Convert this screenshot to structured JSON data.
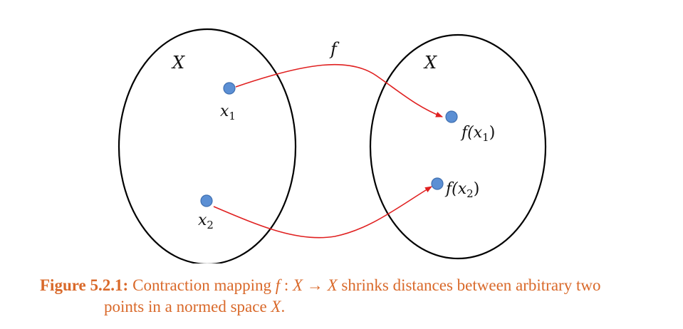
{
  "diagram": {
    "left_set_label": "X",
    "right_set_label": "X",
    "map_label": "f",
    "points": {
      "x1": {
        "base": "x",
        "sub": "1"
      },
      "x2": {
        "base": "x",
        "sub": "2"
      },
      "fx1": {
        "pre": "f(x",
        "sub": "1",
        "post": ")"
      },
      "fx2": {
        "pre": "f(x",
        "sub": "2",
        "post": ")"
      }
    },
    "colors": {
      "point_fill": "#5b8fd4",
      "point_stroke": "#3f6fb0",
      "arrow": "#e02020",
      "set_outline": "#000000"
    }
  },
  "caption": {
    "label": "Figure 5.2.1:",
    "text_part1": "Contraction mapping ",
    "math_f": "f",
    "math_colon": " : ",
    "math_X1": "X",
    "math_arrow": " → ",
    "math_X2": "X",
    "text_part2": " shrinks distances between arbitrary two",
    "line2_text": "points in a normed space ",
    "line2_math": "X",
    "line2_end": "."
  }
}
